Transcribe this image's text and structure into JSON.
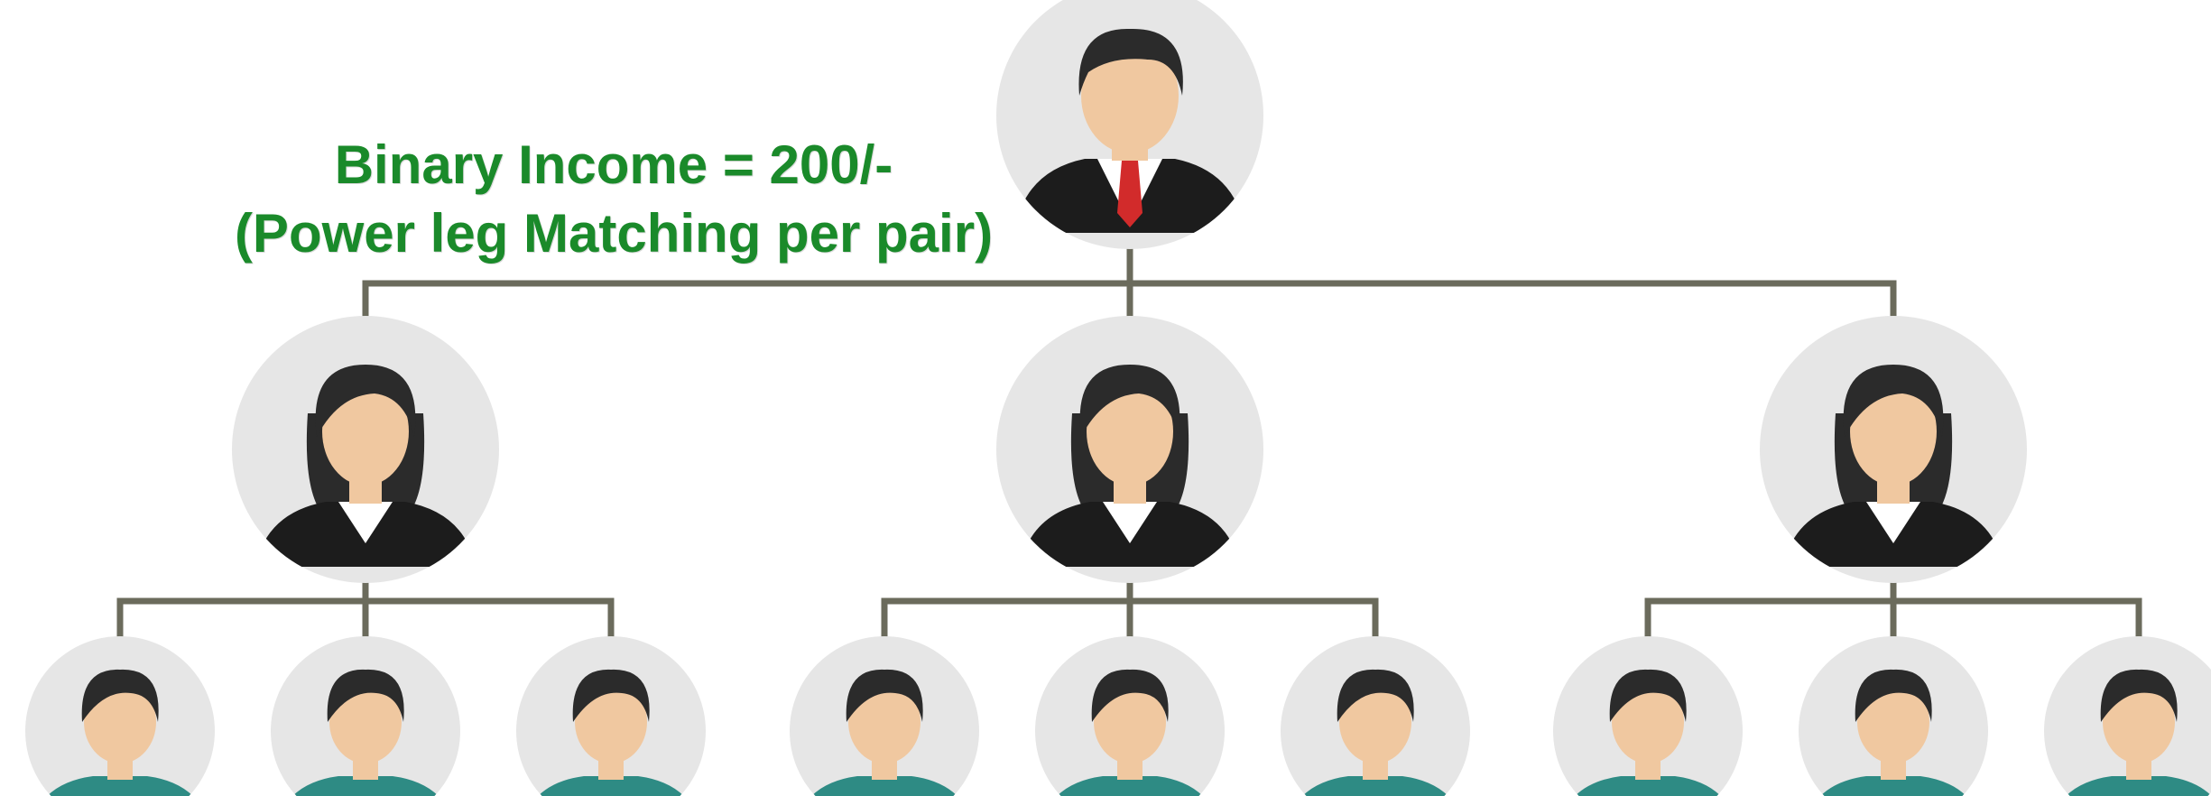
{
  "caption": {
    "line1": "Binary Income = 200/-",
    "line2": "(Power leg Matching per pair)"
  },
  "colors": {
    "caption": "#1a8a2a",
    "connector": "#6b6b5c",
    "avatar_bg": "#e6e6e6",
    "skin": "#f0c8a0",
    "hair": "#2b2b2b",
    "suit": "#1c1c1c",
    "tie": "#d22b2b",
    "shirt_teal": "#2e8b84"
  },
  "tree": {
    "root": {
      "role": "manager-avatar"
    },
    "level1": [
      {
        "role": "female-member-avatar"
      },
      {
        "role": "female-member-avatar"
      },
      {
        "role": "female-member-avatar"
      }
    ],
    "level2_per_parent": 3
  }
}
